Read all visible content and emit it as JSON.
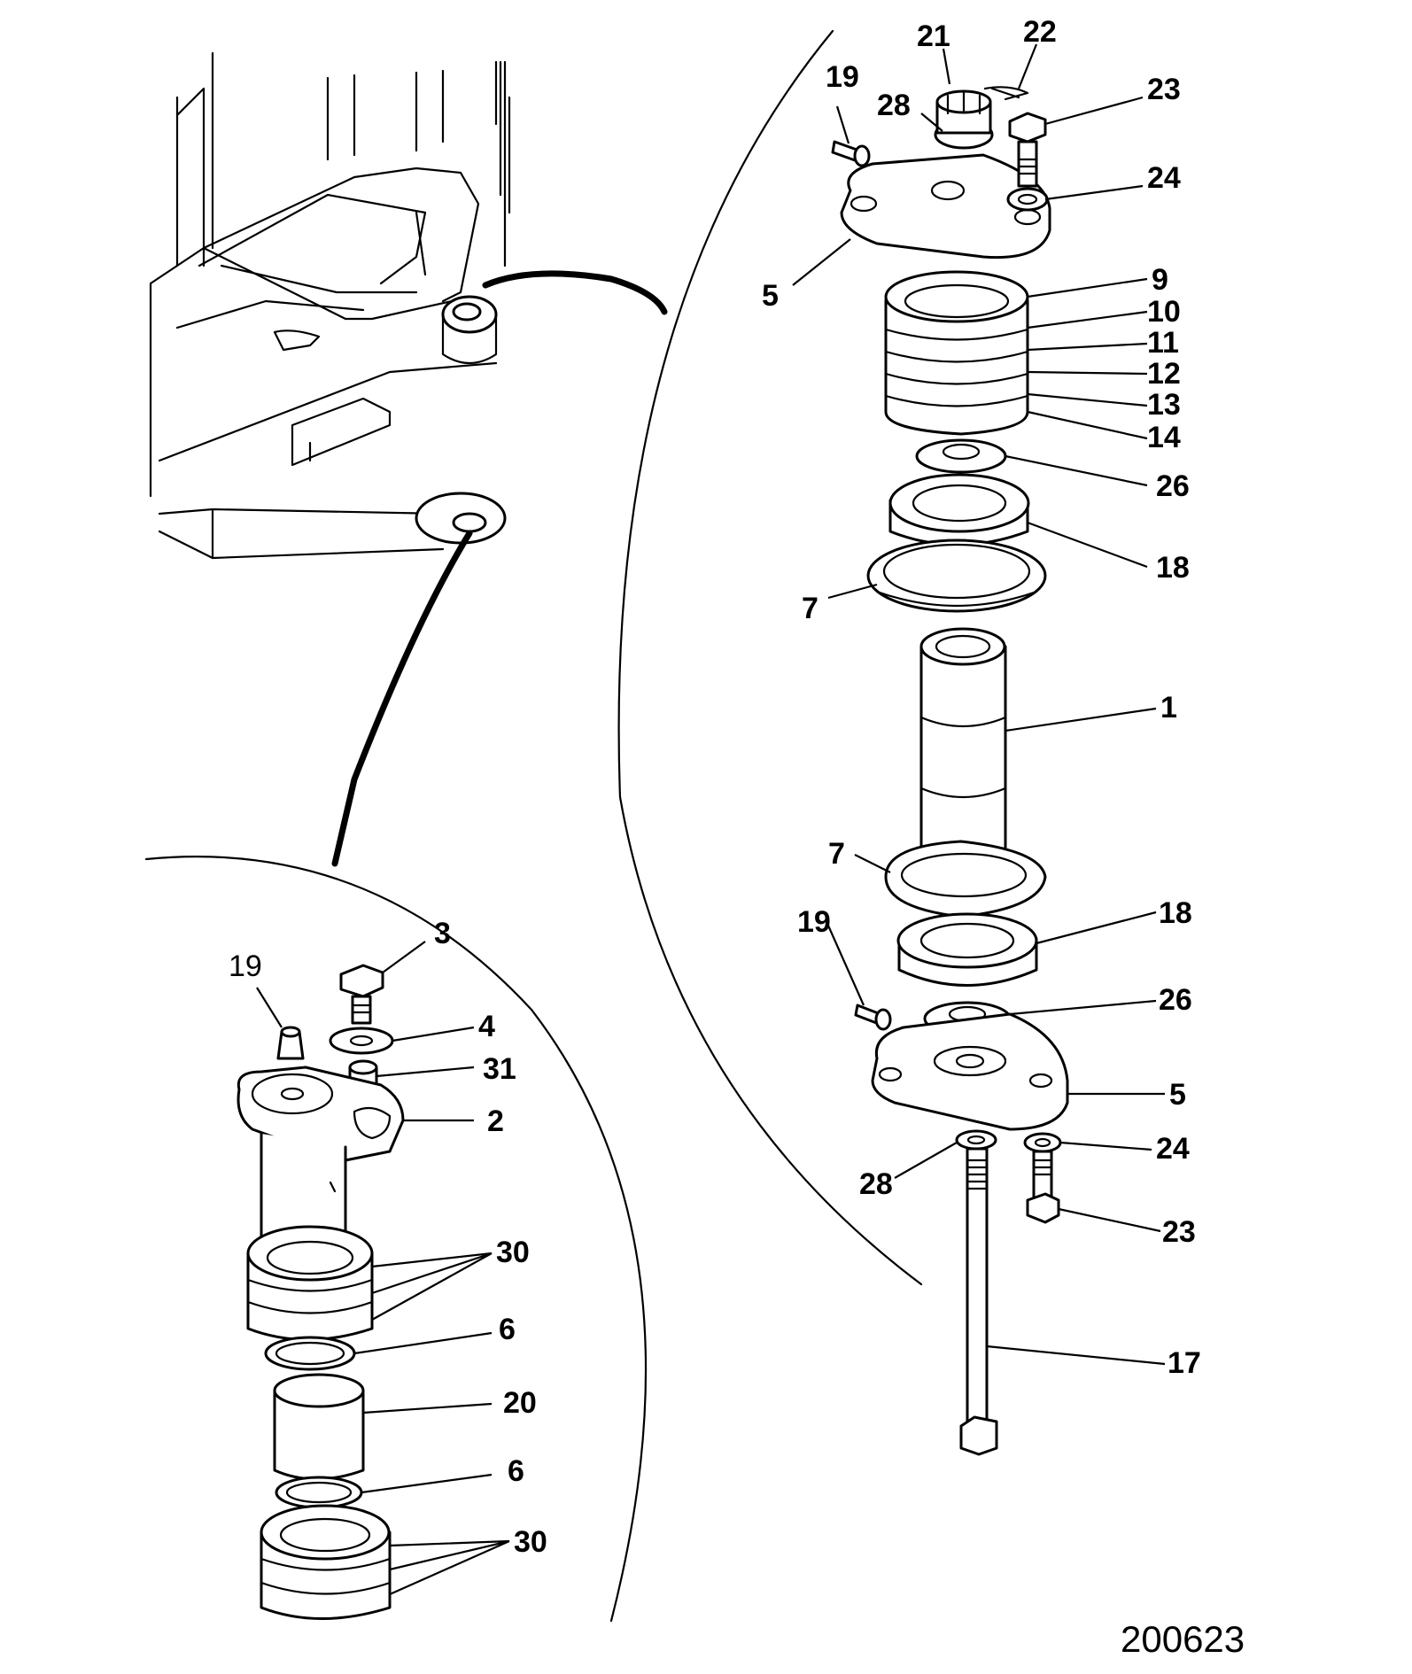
{
  "diagram": {
    "drawing_number": "200623",
    "callouts": {
      "main_21": "21",
      "main_22": "22",
      "main_19_top": "19",
      "main_28_top": "28",
      "main_23_top": "23",
      "main_24_top": "24",
      "main_5_top": "5",
      "main_9": "9",
      "main_10": "10",
      "main_11": "11",
      "main_12": "12",
      "main_13": "13",
      "main_14": "14",
      "main_26_top": "26",
      "main_18_top": "18",
      "main_7_top": "7",
      "main_1": "1",
      "main_7_bottom": "7",
      "main_18_bottom": "18",
      "main_19_bottom": "19",
      "main_26_bottom": "26",
      "main_5_bottom": "5",
      "main_24_bottom": "24",
      "main_28_bottom": "28",
      "main_23_bottom": "23",
      "main_17": "17",
      "inset_19": "19",
      "inset_3": "3",
      "inset_4": "4",
      "inset_31": "31",
      "inset_2": "2",
      "inset_30_top": "30",
      "inset_6_top": "6",
      "inset_20": "20",
      "inset_6_bottom": "6",
      "inset_30_bottom": "30"
    }
  }
}
